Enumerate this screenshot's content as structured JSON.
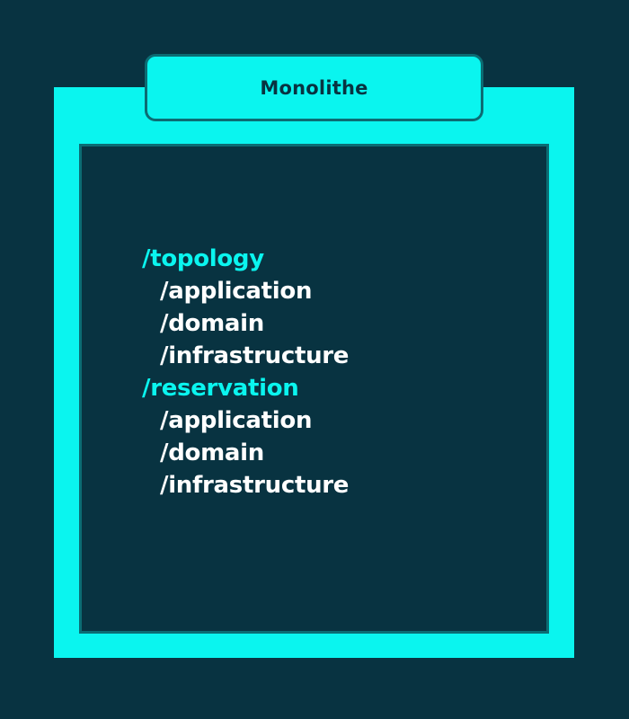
{
  "title": "Monolithe",
  "colors": {
    "background": "#083341",
    "accent": "#0af5ef",
    "text": "#ffffff",
    "border": "#0c6c73"
  },
  "tree": [
    {
      "label": "/topology",
      "children": [
        "/application",
        "/domain",
        "/infrastructure"
      ]
    },
    {
      "label": "/reservation",
      "children": [
        "/application",
        "/domain",
        "/infrastructure"
      ]
    }
  ]
}
